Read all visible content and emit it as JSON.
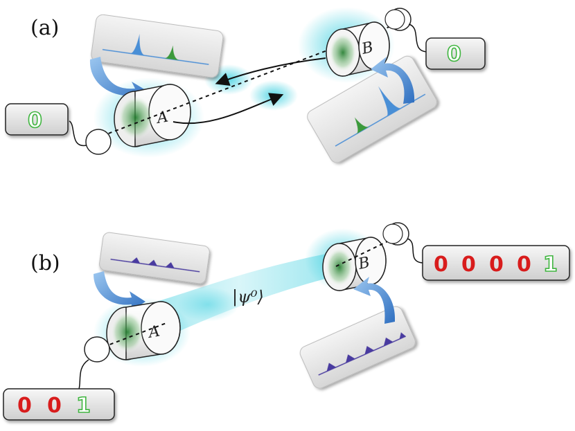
{
  "panels": {
    "a": {
      "label": "(a)",
      "detector_a": {
        "label": "A"
      },
      "detector_b": {
        "label": "B"
      },
      "counter_left": {
        "digits": [
          "0"
        ]
      },
      "counter_right": {
        "digits": [
          "0"
        ]
      }
    },
    "b": {
      "label": "(b)",
      "detector_a": {
        "label": "A"
      },
      "detector_b": {
        "label": "B"
      },
      "state_label": "|ψ⁰⟩",
      "counter_left": {
        "digits": [
          "0",
          "0",
          "1"
        ]
      },
      "counter_right": {
        "digits": [
          "0",
          "0",
          "0",
          "0",
          "1"
        ]
      }
    }
  },
  "colors": {
    "blue_pulse": "#4a8fd6",
    "green_pulse": "#3a9a3a",
    "purple_pulse": "#4a3aa0",
    "glow": "#40d0e0",
    "arrow_blue": "#3a78c8",
    "digit_red": "#d81b1b",
    "digit_green": "#3fb53f"
  }
}
